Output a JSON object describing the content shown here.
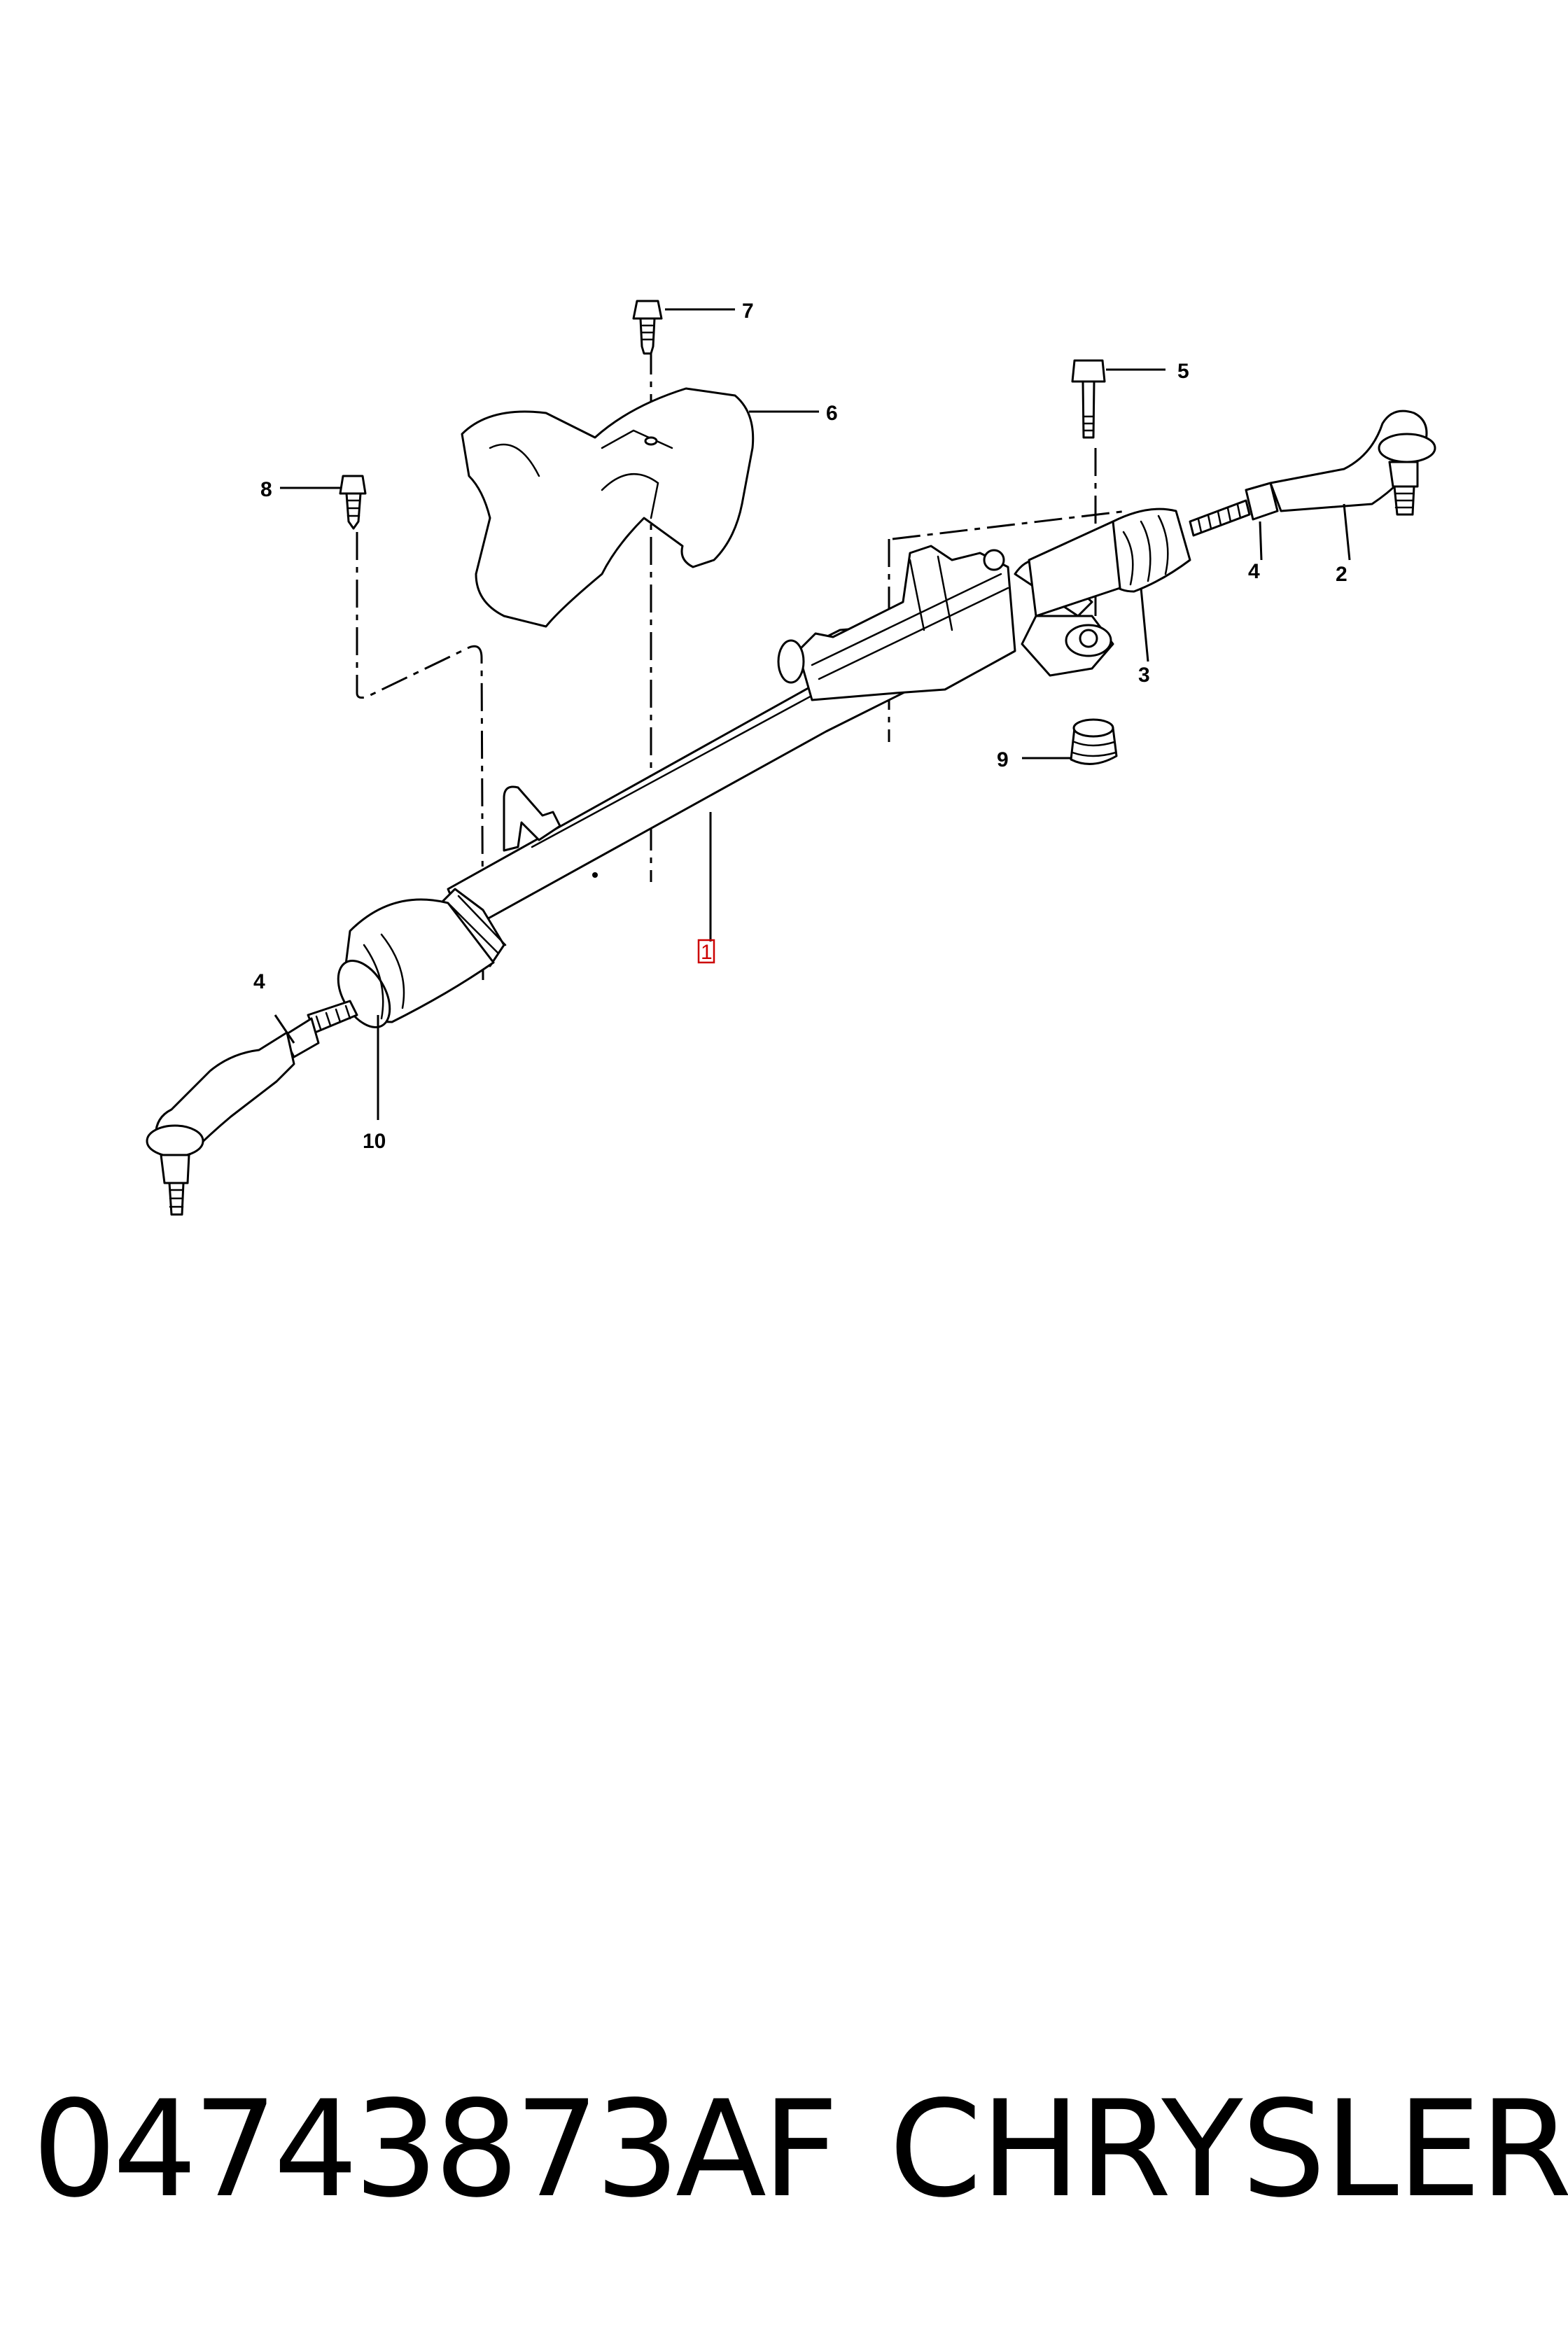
{
  "diagram": {
    "callouts": {
      "c1": "1",
      "c2": "2",
      "c3": "3",
      "c4a": "4",
      "c4b": "4",
      "c5": "5",
      "c6": "6",
      "c7": "7",
      "c8": "8",
      "c9": "9",
      "c10": "10"
    },
    "highlight_color": "#cc0000"
  },
  "caption": {
    "part_number": "04743873AF",
    "brand": "CHRYSLER"
  }
}
